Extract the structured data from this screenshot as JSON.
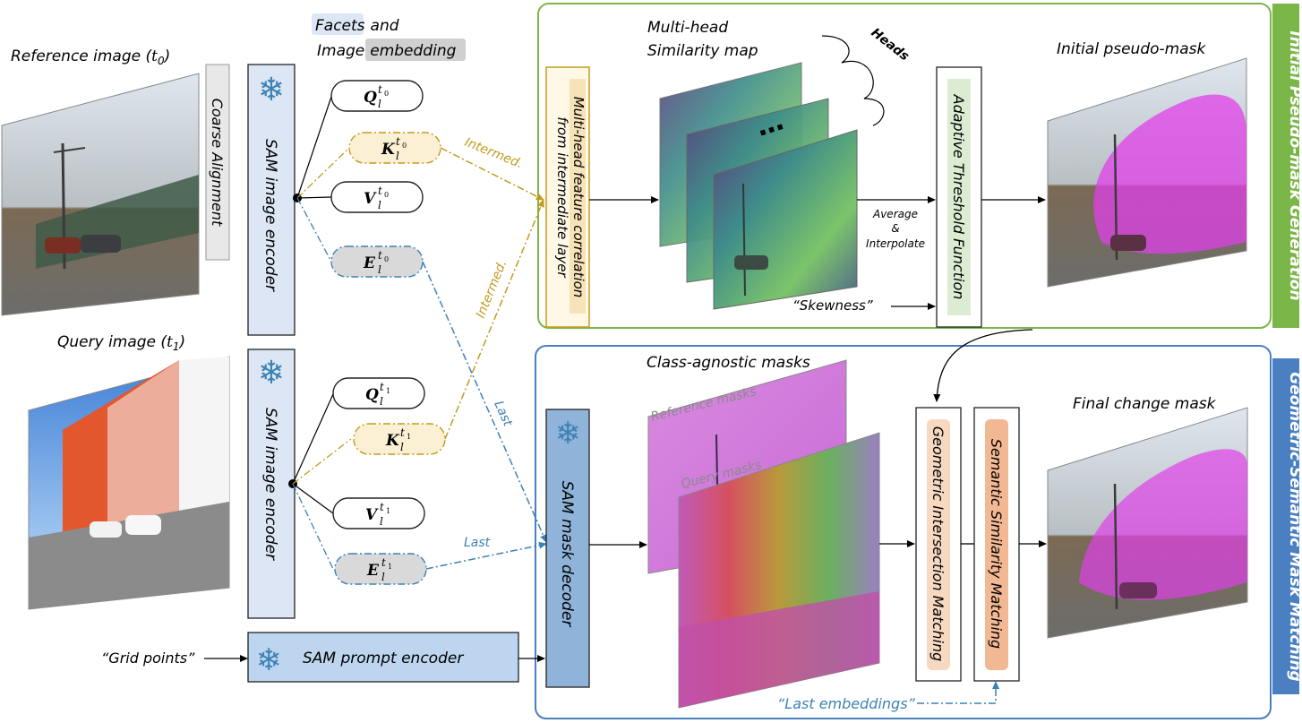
{
  "colors": {
    "encoder_fill": "#dce6f4",
    "decoder_fill": "#8fb3d9",
    "prompt_fill": "#bdd5ee",
    "gold": "#c49a1f",
    "blue_dash": "#3c82b4",
    "green_panel": "#7ab648",
    "blue_panel": "#4a7fc1",
    "mask_pink": "#e040e8"
  },
  "labels": {
    "reference_image_prefix": "Reference image (",
    "reference_image_var": "t",
    "reference_image_sub": "0",
    "query_image_prefix": "Query image (",
    "query_image_var": "t",
    "query_image_sub": "1",
    "close_paren": ")",
    "coarse_alignment": "Coarse Alignment",
    "sam_image_encoder": "SAM image encoder",
    "facets": "Facets",
    "and": "and",
    "image": "Image",
    "embedding": "embedding",
    "intermed": "Intermed.",
    "last": "Last",
    "grid_points": "“Grid points”",
    "sam_prompt_encoder": "SAM prompt encoder",
    "sam_mask_decoder": "SAM mask decoder",
    "multihead_feature_line1": "Multi-head feature correlation",
    "multihead_feature_line2": "from intermediate layer",
    "similarity_title_line1": "Multi-head",
    "similarity_title_line2": "Similarity map",
    "heads": "Heads",
    "dots": "…",
    "average": "Average",
    "amp": "&",
    "interpolate": "Interpolate",
    "skewness": "“Skewness”",
    "adaptive_threshold": "Adaptive Threshold  Function",
    "initial_pseudo_mask": "Initial pseudo-mask",
    "panel_top_label": "Initial Pseudo-mask Generation",
    "class_agnostic_masks": "Class-agnostic masks",
    "reference_masks": "Reference masks",
    "query_masks": "Query masks",
    "geometric_intersection": "Geometric Intersection Matching",
    "semantic_similarity": "Semantic  Similarity Matching",
    "final_change_mask": "Final change mask",
    "panel_bottom_label": "Geometric-Semantic Mask Matching",
    "last_embeddings": "“Last embeddings”"
  },
  "facets_t0": [
    {
      "letter": "Q",
      "sub": "l",
      "sup": "t",
      "supsub": "0"
    },
    {
      "letter": "K",
      "sub": "l",
      "sup": "t",
      "supsub": "0"
    },
    {
      "letter": "V",
      "sub": "l",
      "sup": "t",
      "supsub": "0"
    },
    {
      "letter": "E",
      "sub": "l",
      "sup": "t",
      "supsub": "0"
    }
  ],
  "facets_t1": [
    {
      "letter": "Q",
      "sub": "l",
      "sup": "t",
      "supsub": "1"
    },
    {
      "letter": "K",
      "sub": "l",
      "sup": "t",
      "supsub": "1"
    },
    {
      "letter": "V",
      "sub": "l",
      "sup": "t",
      "supsub": "1"
    },
    {
      "letter": "E",
      "sub": "l",
      "sup": "t",
      "supsub": "1"
    }
  ]
}
